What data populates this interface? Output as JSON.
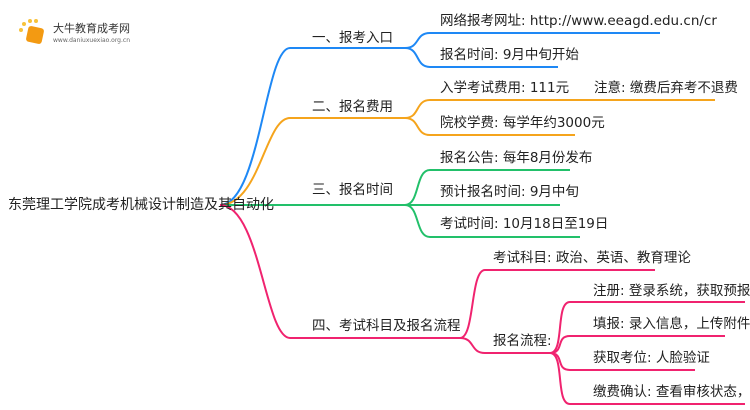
{
  "logo": {
    "name": "大牛教育成考网",
    "url": "www.daniuxuexiao.org.cn"
  },
  "colors": {
    "b1": "#1e88f5",
    "b2": "#f5a41c",
    "b3": "#22c06a",
    "b4": "#f0236f"
  },
  "root": "东莞理工学院成考机械设计制造及其自动化",
  "branches": [
    {
      "label": "一、报考入口",
      "children": [
        "网络报考网址: http://www.eeagd.edu.cn/cr",
        "报名时间: 9月中旬开始"
      ]
    },
    {
      "label": "二、报名费用",
      "children": [
        "入学考试费用: 111元",
        "院校学费: 每学年约3000元"
      ],
      "note": "注意: 缴费后弃考不退费"
    },
    {
      "label": "三、报名时间",
      "children": [
        "报名公告: 每年8月份发布",
        "预计报名时间: 9月中旬",
        "考试时间: 10月18日至19日"
      ]
    },
    {
      "label": "四、考试科目及报名流程",
      "children": [
        "考试科目: 政治、英语、教育理论",
        "报名流程:"
      ],
      "process": [
        "注册: 登录系统，获取预报名号",
        "填报: 录入信息，上传附件",
        "获取考位: 人脸验证",
        "缴费确认: 查看审核状态，缴费"
      ]
    }
  ]
}
